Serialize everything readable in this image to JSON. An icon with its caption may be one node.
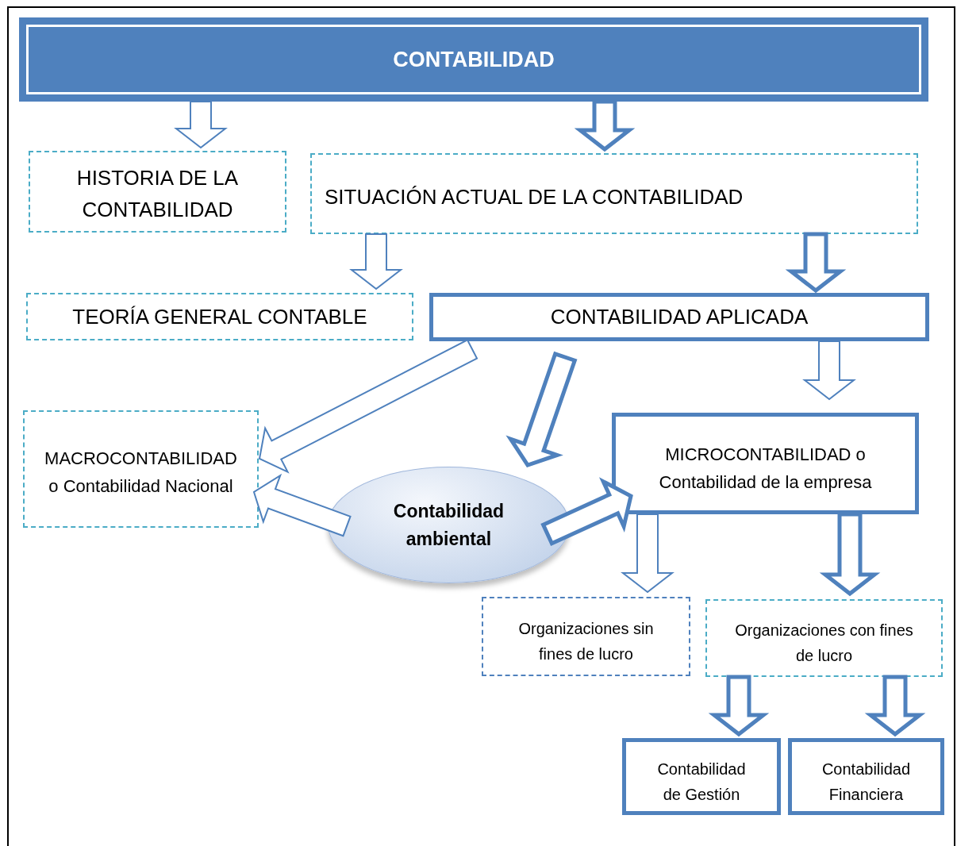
{
  "diagram": {
    "nodes": [
      {
        "text": [
          "CONTABILIDAD"
        ]
      },
      {
        "text": [
          "HISTORIA DE LA CONTABILIDAD"
        ]
      },
      {
        "text": [
          "SITUACIÓN ACTUAL DE LA CONTABILIDAD"
        ]
      },
      {
        "text": [
          "TEORÍA GENERAL CONTABLE"
        ]
      },
      {
        "text": [
          "CONTABILIDAD APLICADA"
        ]
      },
      {
        "text": [
          "MACROCONTABILIDAD o Contabilidad Nacional"
        ]
      },
      {
        "text": [
          "Contabilidad ambiental"
        ]
      },
      {
        "text": [
          "MICROCONTABILIDAD o Contabilidad de la empresa"
        ]
      },
      {
        "text": [
          "Organizaciones sin fines de lucro"
        ]
      },
      {
        "text": [
          "Organizaciones con fines de lucro"
        ]
      },
      {
        "text": [
          "Contabilidad de Gestión"
        ]
      },
      {
        "text": [
          "Contabilidad Financiera"
        ]
      }
    ],
    "edges": [
      {
        "from": 0,
        "to": 1,
        "arrow": "to"
      },
      {
        "from": 0,
        "to": 2,
        "arrow": "to",
        "style": "thick"
      },
      {
        "from": 2,
        "to": 3,
        "arrow": "to"
      },
      {
        "from": 2,
        "to": 4,
        "arrow": "to",
        "style": "thick"
      },
      {
        "from": 4,
        "to": 5,
        "arrow": "to"
      },
      {
        "from": 4,
        "to": 6,
        "arrow": "to",
        "style": "thick"
      },
      {
        "from": 4,
        "to": 7,
        "arrow": "to"
      },
      {
        "from": 6,
        "to": 5,
        "arrow": "to"
      },
      {
        "from": 6,
        "to": 7,
        "arrow": "to",
        "style": "thick"
      },
      {
        "from": 7,
        "to": 8,
        "arrow": "to"
      },
      {
        "from": 7,
        "to": 9,
        "arrow": "to",
        "style": "thick"
      },
      {
        "from": 9,
        "to": 10,
        "arrow": "to",
        "style": "thick"
      },
      {
        "from": 9,
        "to": 11,
        "arrow": "to",
        "style": "thick"
      }
    ]
  }
}
